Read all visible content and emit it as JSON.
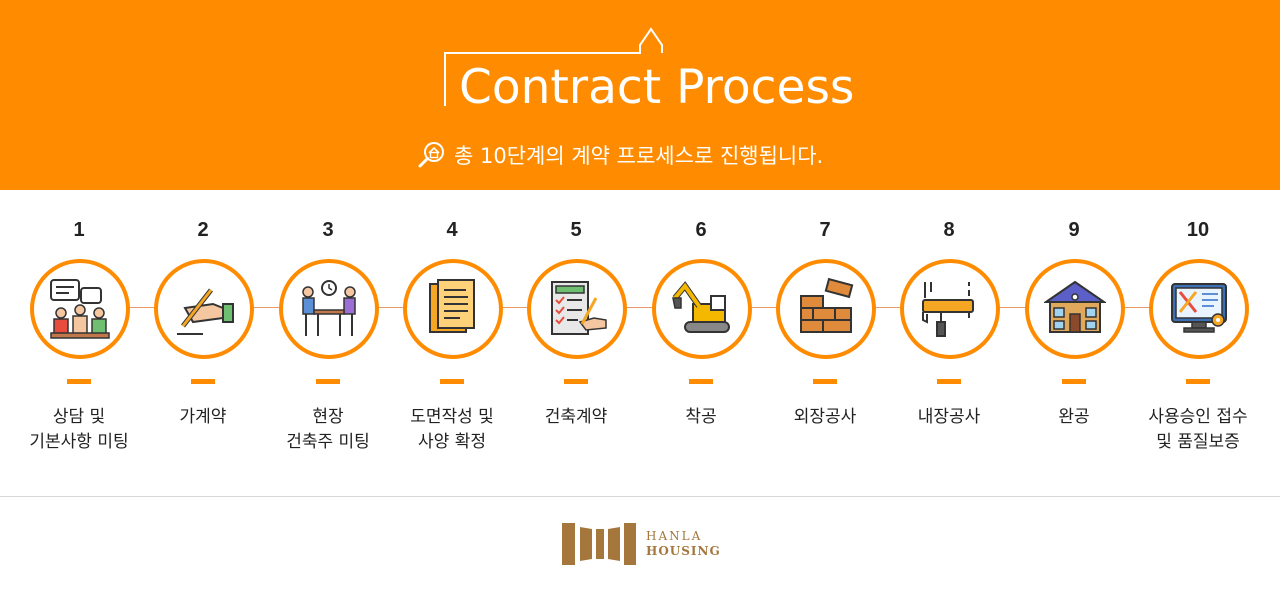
{
  "header": {
    "title": "Contract Process",
    "subtitle": "총 10단계의 계약 프로세스로 진행됩니다."
  },
  "steps": [
    {
      "number": "1",
      "label": "상담 및\n기본사항 미팅",
      "icon": "consultation-icon"
    },
    {
      "number": "2",
      "label": "가계약",
      "icon": "signing-icon"
    },
    {
      "number": "3",
      "label": "현장\n건축주 미팅",
      "icon": "meeting-icon"
    },
    {
      "number": "4",
      "label": "도면작성 및\n사양 확정",
      "icon": "document-icon"
    },
    {
      "number": "5",
      "label": "건축계약",
      "icon": "checklist-icon"
    },
    {
      "number": "6",
      "label": "착공",
      "icon": "excavator-icon"
    },
    {
      "number": "7",
      "label": "외장공사",
      "icon": "brick-wall-icon"
    },
    {
      "number": "8",
      "label": "내장공사",
      "icon": "paint-roller-icon"
    },
    {
      "number": "9",
      "label": "완공",
      "icon": "house-icon"
    },
    {
      "number": "10",
      "label": "사용승인 접수\n및 품질보증",
      "icon": "maintenance-icon"
    }
  ],
  "logo": {
    "line1": "HANLA",
    "line2": "HOUSING"
  },
  "colors": {
    "accent": "#ff8c00",
    "text": "#222222",
    "logo": "#a5773d"
  }
}
